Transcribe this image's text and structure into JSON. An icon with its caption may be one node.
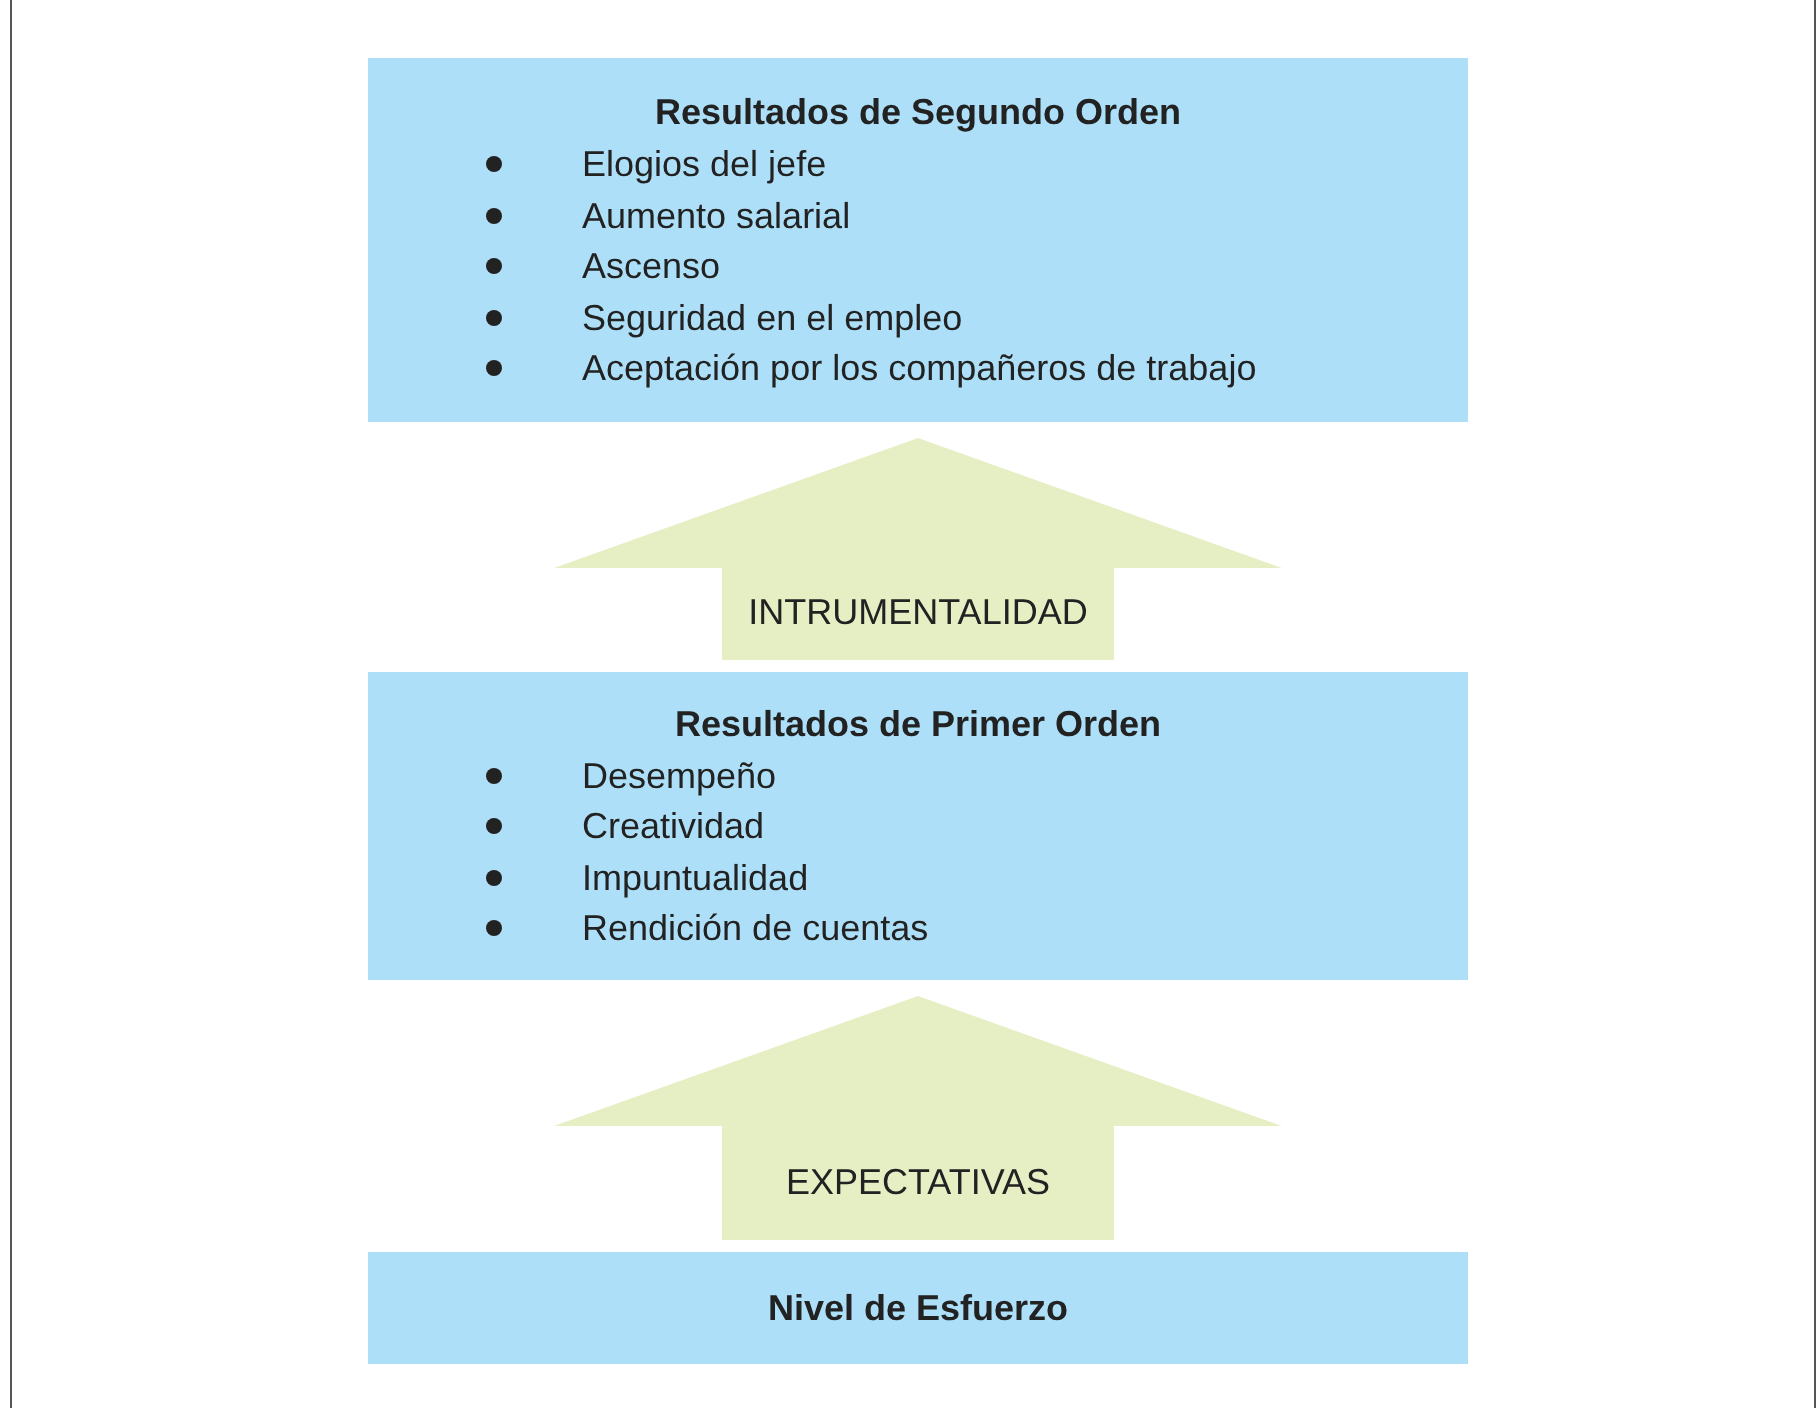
{
  "diagram": {
    "nodes": [
      {
        "text": [
          "Resultados de Segundo Orden",
          "Elogios del jefe",
          "Aumento salarial",
          "Ascenso",
          "Seguridad en el empleo",
          "Aceptación por los compañeros de trabajo"
        ]
      },
      {
        "text": [
          "Resultados de Primer Orden",
          "Desempeño",
          "Creatividad",
          "Impuntualidad",
          "Rendición de cuentas"
        ]
      },
      {
        "text": [
          "Nivel de Esfuerzo"
        ]
      }
    ],
    "edges": [
      {
        "from": 1,
        "to": 0,
        "arrow": "to",
        "label": "INTRUMENTALIDAD",
        "style": "thick"
      },
      {
        "from": 2,
        "to": 1,
        "arrow": "to",
        "label": "EXPECTATIVAS",
        "style": "thick"
      }
    ]
  }
}
